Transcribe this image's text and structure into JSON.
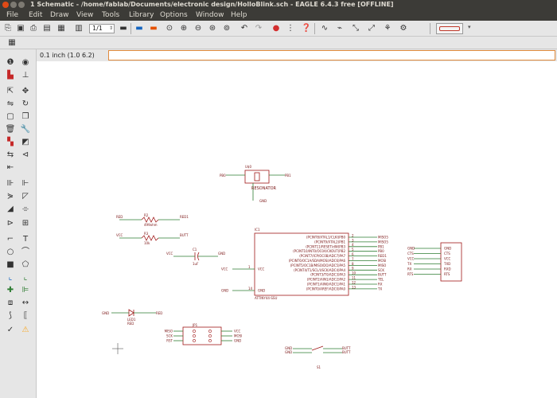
{
  "window": {
    "title": "1 Schematic - /home/fablab/Documents/electronic design/HolloBlink.sch - EAGLE 6.4.3 free [OFFLINE]"
  },
  "menubar": {
    "items": [
      "File",
      "Edit",
      "Draw",
      "View",
      "Tools",
      "Library",
      "Options",
      "Window",
      "Help"
    ]
  },
  "toolbar": {
    "zoom_value": "1/1",
    "icons": [
      "new-file",
      "save",
      "print",
      "cam",
      "sheet",
      "sheet-select",
      "board-switch",
      "library",
      "zoom-fit",
      "zoom-in",
      "zoom-out",
      "zoom-redraw",
      "zoom-select",
      "undo",
      "redo",
      "stop",
      "go",
      "help",
      "signal",
      "pinswap",
      "route",
      "erc",
      "design-link",
      "gear"
    ]
  },
  "command": {
    "grid_text": "0.1 inch (1.0 6.2)",
    "input_value": ""
  },
  "schematic": {
    "resonator": {
      "name": "U$0",
      "label": "RESONATOR",
      "left_net": "PB0",
      "right_net": "PB1",
      "bottom_net": "GND"
    },
    "r2": {
      "name": "R2",
      "value": "499ohm",
      "left_net": "RED",
      "right_net": "RED1"
    },
    "r3": {
      "name": "R3",
      "value": "10k",
      "left_net": "VCC",
      "right_net": "BUTT"
    },
    "c1": {
      "name": "C1",
      "value": "1uF",
      "left_net": "VCC",
      "right_net": "GND"
    },
    "ic1": {
      "name": "IC1",
      "value": "ATTINY44-SSU",
      "left_pins": [
        {
          "label": "VCC",
          "num": "1",
          "net": "VCC"
        },
        {
          "label": "GND",
          "num": "14",
          "net": "GND"
        }
      ],
      "right_pins": [
        {
          "label": "(PCINT8/XTAL1/CLKI)PB0",
          "num": "2",
          "net": "MISO5"
        },
        {
          "label": "(PCINT9/XTAL2)PB1",
          "num": "3",
          "net": "MISO5"
        },
        {
          "label": "(PCINT11/RESET/dW)PB3",
          "num": "4",
          "net": "PB1"
        },
        {
          "label": "(PCINT10/INT0/OC0A/CKOUT)PB2",
          "num": "5",
          "net": "PB0"
        },
        {
          "label": "(PCINT7/ICP/OC0B/ADC7)PA7",
          "num": "6",
          "net": "RED1"
        },
        {
          "label": "(PCINT6/OC1A/SDA/MOSI/ADC6)PA6",
          "num": "7",
          "net": "MOSI"
        },
        {
          "label": "(PCINT5/OC1B/MISO/DO/ADC5)PA5",
          "num": "8",
          "net": "MISO"
        },
        {
          "label": "(PCINT4/T1/SCL/USCK/ADC4)PA4",
          "num": "9",
          "net": "SCK"
        },
        {
          "label": "(PCINT3/T0/ADC3)PA3",
          "num": "10",
          "net": "BUTT"
        },
        {
          "label": "(PCINT2/AIN1/ADC2)PA2",
          "num": "11",
          "net": "TEL"
        },
        {
          "label": "(PCINT1/AIN0/ADC1)PA1",
          "num": "12",
          "net": "RX"
        },
        {
          "label": "(PCINT0/AREF/ADC0)PA0",
          "num": "13",
          "net": "TX"
        }
      ]
    },
    "ftdi": {
      "pins": [
        "GND",
        "CTS",
        "VCC",
        "TXD",
        "RXD",
        "RTS"
      ],
      "nets": [
        "GND",
        "CTS",
        "VCC",
        "TX",
        "RX",
        "RTS"
      ]
    },
    "led": {
      "name": "LED1",
      "value": "RED",
      "left_net": "GND",
      "right_net": "RED"
    },
    "isp": {
      "name": "JP1",
      "left_nets": [
        "MISO",
        "SCK",
        "RST"
      ],
      "right_nets": [
        "VCC",
        "MOSI",
        "GND"
      ]
    },
    "switch": {
      "name": "S1",
      "left_nets": [
        "GND",
        "GND"
      ],
      "right_nets": [
        "BUTT",
        "BUTT"
      ]
    }
  },
  "colors": {
    "title_bg": "#3c3b37",
    "toolbar_bg": "#e6e6e6",
    "canvas_bg": "#ffffff",
    "part_outline": "#a01818",
    "net_wire": "#2e7d32",
    "cmd_border": "#e08a3c"
  }
}
